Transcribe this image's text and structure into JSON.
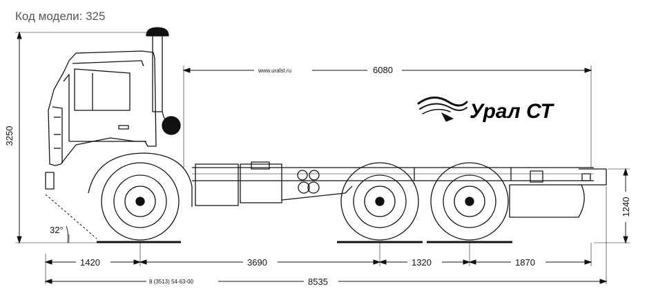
{
  "model_title": "Код модели: 325",
  "website": "www.uralst.ru",
  "phone": "8 (3513) 54-63-00",
  "logo_text": "Урал СТ",
  "dimensions": {
    "total_height": "3250",
    "frame_length": "6080",
    "frame_height": "1240",
    "approach_angle": "32°",
    "front_overhang": "1420",
    "wheelbase_front": "3690",
    "wheelbase_rear": "1320",
    "rear_overhang": "1870",
    "total_length": "8535"
  },
  "colors": {
    "line": "#111111",
    "text": "#111111",
    "title": "#555555"
  }
}
